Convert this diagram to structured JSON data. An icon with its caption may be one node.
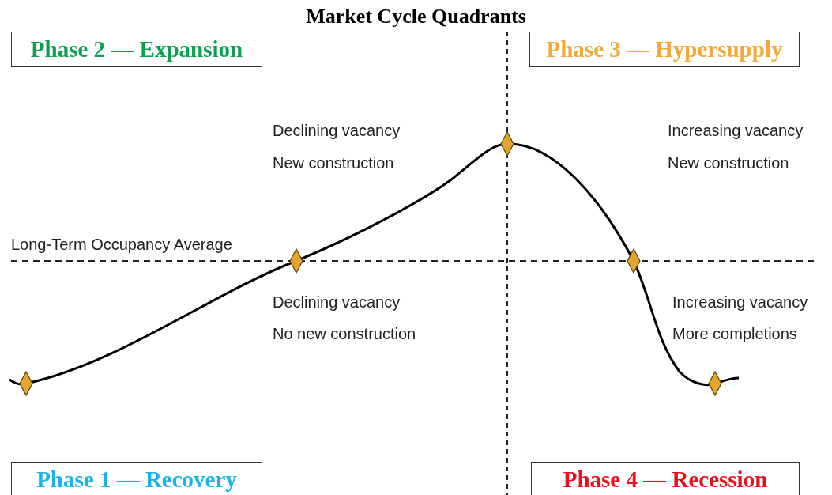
{
  "diagram": {
    "title": "Market Cycle Quadrants",
    "nodes": [
      {
        "text": [
          "Phase 2 — Expansion"
        ]
      },
      {
        "text": [
          "Phase 3 — Hypersupply"
        ]
      },
      {
        "text": [
          "Phase 1 — Recovery"
        ]
      },
      {
        "text": [
          "Phase 4 — Recession"
        ]
      }
    ],
    "edges": [],
    "labels": [
      "Declining vacancy",
      "New construction",
      "Increasing vacancy",
      "New construction",
      "Long-Term Occupancy Average",
      "Declining vacancy",
      "No new construction",
      "Increasing vacancy",
      "More completions"
    ]
  }
}
